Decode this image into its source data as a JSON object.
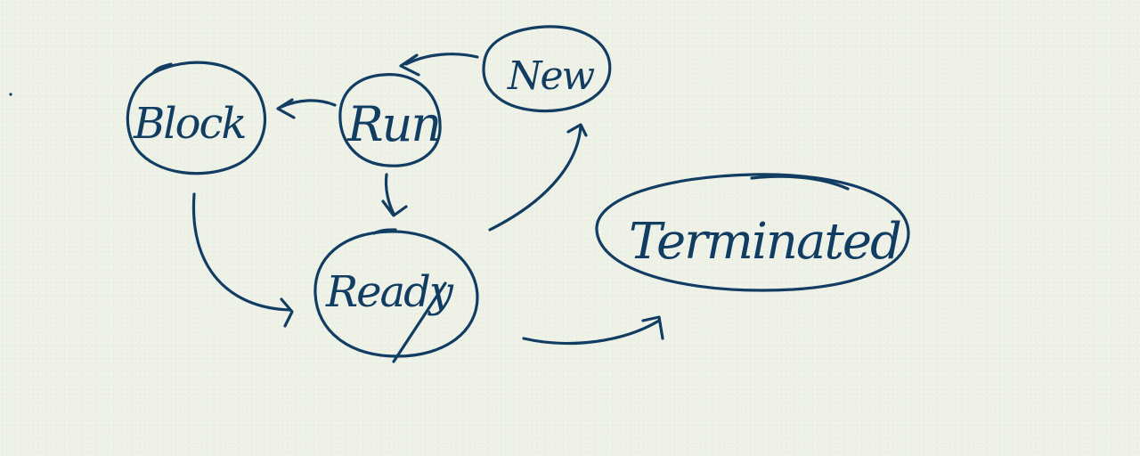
{
  "diagram": {
    "ink_color": "#123d63",
    "background_color": "#eef1e6",
    "nodes": {
      "new": "New",
      "run": "Run",
      "block": "Block",
      "ready": "Ready",
      "terminated": "Terminated"
    }
  }
}
